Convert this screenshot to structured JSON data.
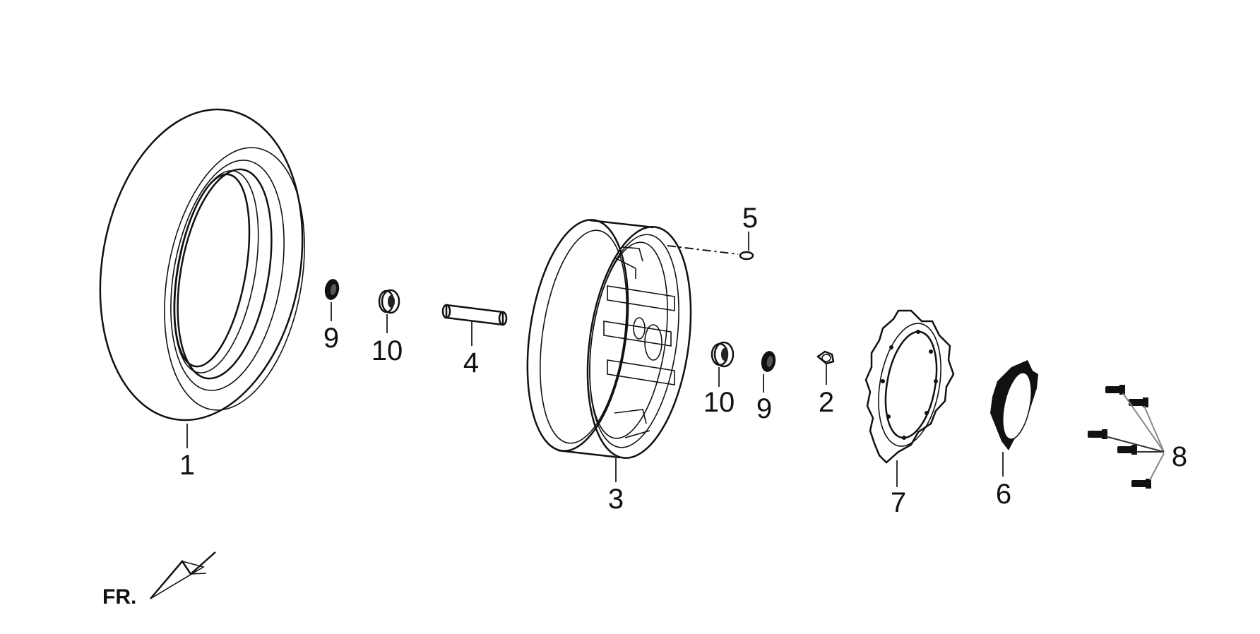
{
  "diagram": {
    "orientation_label": "FR.",
    "callouts": [
      {
        "id": "1",
        "label": "1"
      },
      {
        "id": "2",
        "label": "2"
      },
      {
        "id": "3",
        "label": "3"
      },
      {
        "id": "4",
        "label": "4"
      },
      {
        "id": "5",
        "label": "5"
      },
      {
        "id": "6",
        "label": "6"
      },
      {
        "id": "7",
        "label": "7"
      },
      {
        "id": "8",
        "label": "8"
      },
      {
        "id": "9a",
        "label": "9"
      },
      {
        "id": "10a",
        "label": "10"
      },
      {
        "id": "10b",
        "label": "10"
      },
      {
        "id": "9b",
        "label": "9"
      }
    ]
  }
}
